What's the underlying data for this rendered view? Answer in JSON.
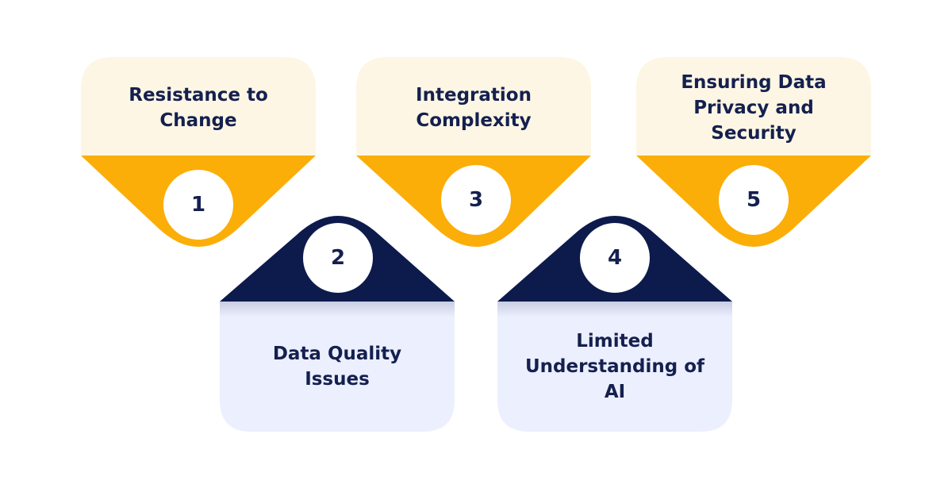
{
  "colors": {
    "top_box": "#fdf6e4",
    "top_wedge": "#fbae08",
    "bottom_box": "#eceffd",
    "bottom_wedge": "#0d1a4c",
    "circle": "#ffffff",
    "text": "#14204f"
  },
  "steps": [
    {
      "number": "1",
      "label_lines": [
        "Resistance to",
        "Change"
      ]
    },
    {
      "number": "2",
      "label_lines": [
        "Data Quality",
        "Issues"
      ]
    },
    {
      "number": "3",
      "label_lines": [
        "Integration",
        "Complexity"
      ]
    },
    {
      "number": "4",
      "label_lines": [
        "Limited",
        "Understanding of",
        "AI"
      ]
    },
    {
      "number": "5",
      "label_lines": [
        "Ensuring Data",
        "Privacy and",
        "Security"
      ]
    }
  ]
}
